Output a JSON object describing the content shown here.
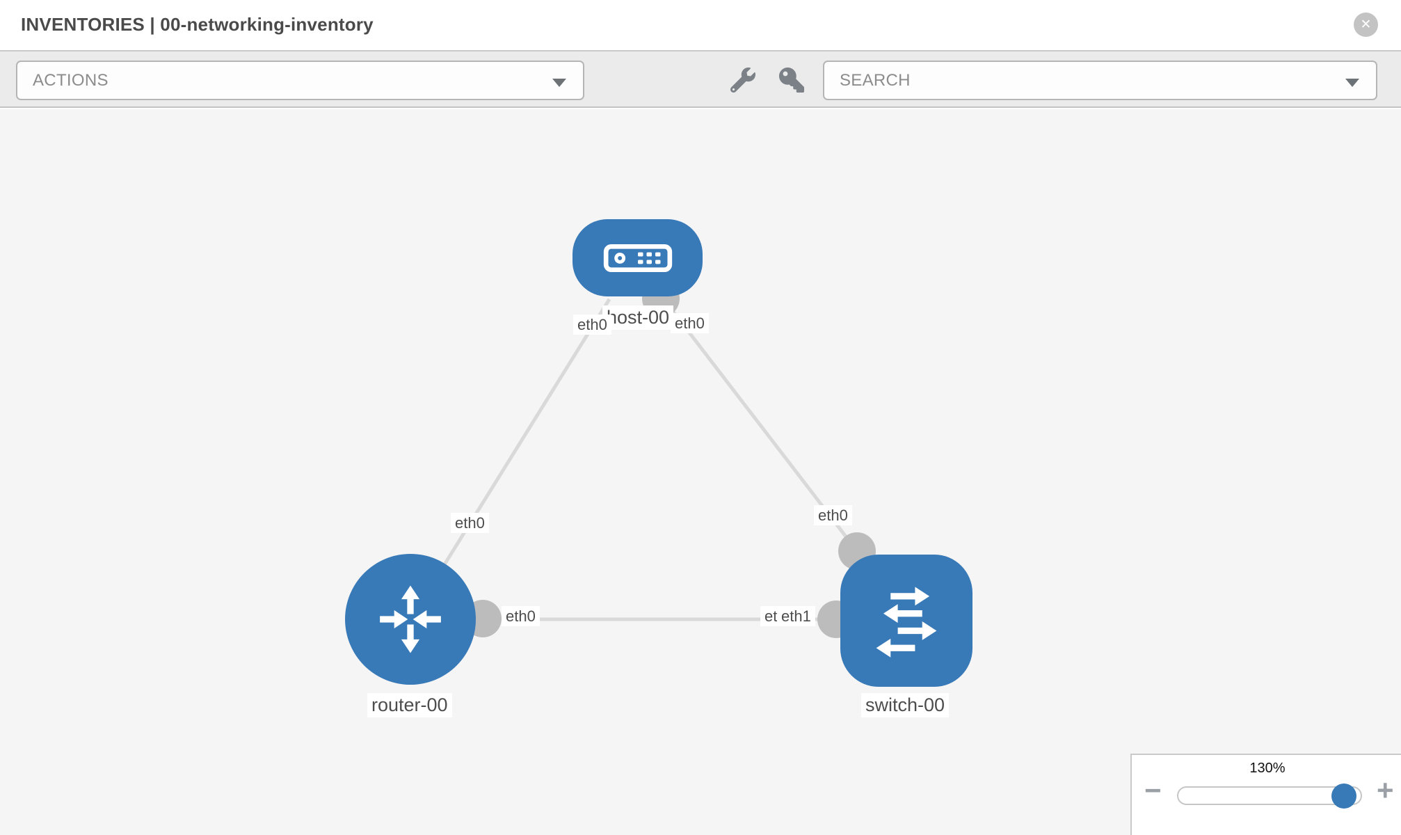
{
  "header": {
    "title": "INVENTORIES | 00-networking-inventory",
    "close_glyph": "✕"
  },
  "toolbar": {
    "actions_label": "ACTIONS",
    "search_label": "SEARCH",
    "icons": [
      "wrench-icon",
      "key-icon"
    ]
  },
  "topology": {
    "nodes": [
      {
        "id": "host-00",
        "type": "host",
        "label": "host-00"
      },
      {
        "id": "router-00",
        "type": "router",
        "label": "router-00"
      },
      {
        "id": "switch-00",
        "type": "switch",
        "label": "switch-00"
      }
    ],
    "links": [
      {
        "source": "host-00",
        "target": "router-00",
        "source_interface": "eth0",
        "target_interface": "eth0"
      },
      {
        "source": "host-00",
        "target": "switch-00",
        "source_interface": "eth0",
        "target_interface": "eth0"
      },
      {
        "source": "router-00",
        "target": "switch-00",
        "source_interface": "eth0",
        "target_interface": "eth1"
      }
    ],
    "labels": {
      "host": "host-00",
      "router": "router-00",
      "switch": "switch-00",
      "host_if_to_router": "eth0",
      "host_if_to_switch": "eth0",
      "router_if_to_host": "eth0",
      "router_if_to_switch": "eth0",
      "switch_if_to_host": "eth0",
      "switch_if_to_router_back": "eth1",
      "switch_if_to_router": "eth1"
    }
  },
  "zoom_control": {
    "value": "130%",
    "minus_glyph": "−",
    "plus_glyph": "+"
  },
  "colors": {
    "node_blue": "#3879b8",
    "link_gray": "#d9d9d9",
    "interface_dot_gray": "#bcbcbc",
    "toolbar_bg": "#ebebeb",
    "canvas_bg": "#f5f5f5"
  }
}
